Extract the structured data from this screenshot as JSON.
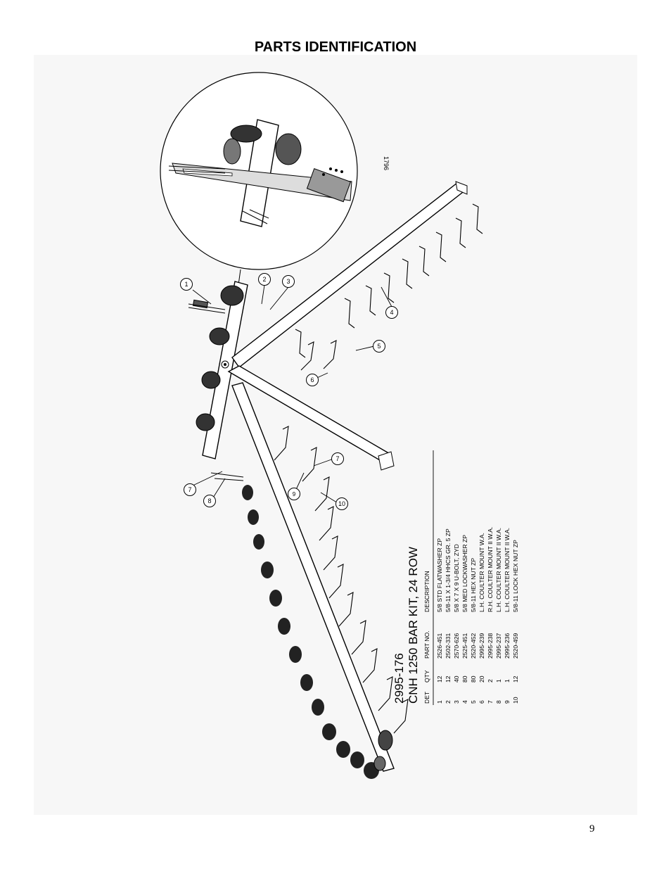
{
  "page": {
    "title": "PARTS IDENTIFICATION",
    "page_number": "9"
  },
  "drawing": {
    "drawing_number": "1796",
    "kit_number": "2995-176",
    "kit_title": "CNH 1250 BAR KIT, 24 ROW",
    "callouts": [
      "1",
      "2",
      "3",
      "4",
      "5",
      "6",
      "7",
      "7",
      "8",
      "9",
      "10"
    ]
  },
  "parts_table": {
    "headers": [
      "DET",
      "QTY",
      "PART NO.",
      "DESCRIPTION"
    ],
    "rows": [
      [
        "1",
        "12",
        "2526-451",
        "5/8 STD FLATWASHER ZP"
      ],
      [
        "2",
        "12",
        "2502-331",
        "5/8-11 X 1-3/4 HHCS GR. 5 ZP"
      ],
      [
        "3",
        "40",
        "2570-626",
        "5/8 X 7 X 9 U-BOLT, ZYD"
      ],
      [
        "4",
        "80",
        "2525-451",
        "5/8 MED LOCKWASHER ZP"
      ],
      [
        "5",
        "80",
        "2520-452",
        "5/8-11 HEX NUT ZP"
      ],
      [
        "6",
        "20",
        "2995-239",
        "L.H. COULTER MOUNT W.A."
      ],
      [
        "7",
        "2",
        "2995-238",
        "R.H. COULTER MOUNT II W.A."
      ],
      [
        "8",
        "1",
        "2995-237",
        "L.H. COULTER MOUNT II W.A."
      ],
      [
        "9",
        "1",
        "2995-236",
        "L.H. COULTER MOUNT II W.A."
      ],
      [
        "10",
        "12",
        "2520-459",
        "5/8-11 LOCK HEX NUT ZP"
      ]
    ]
  }
}
